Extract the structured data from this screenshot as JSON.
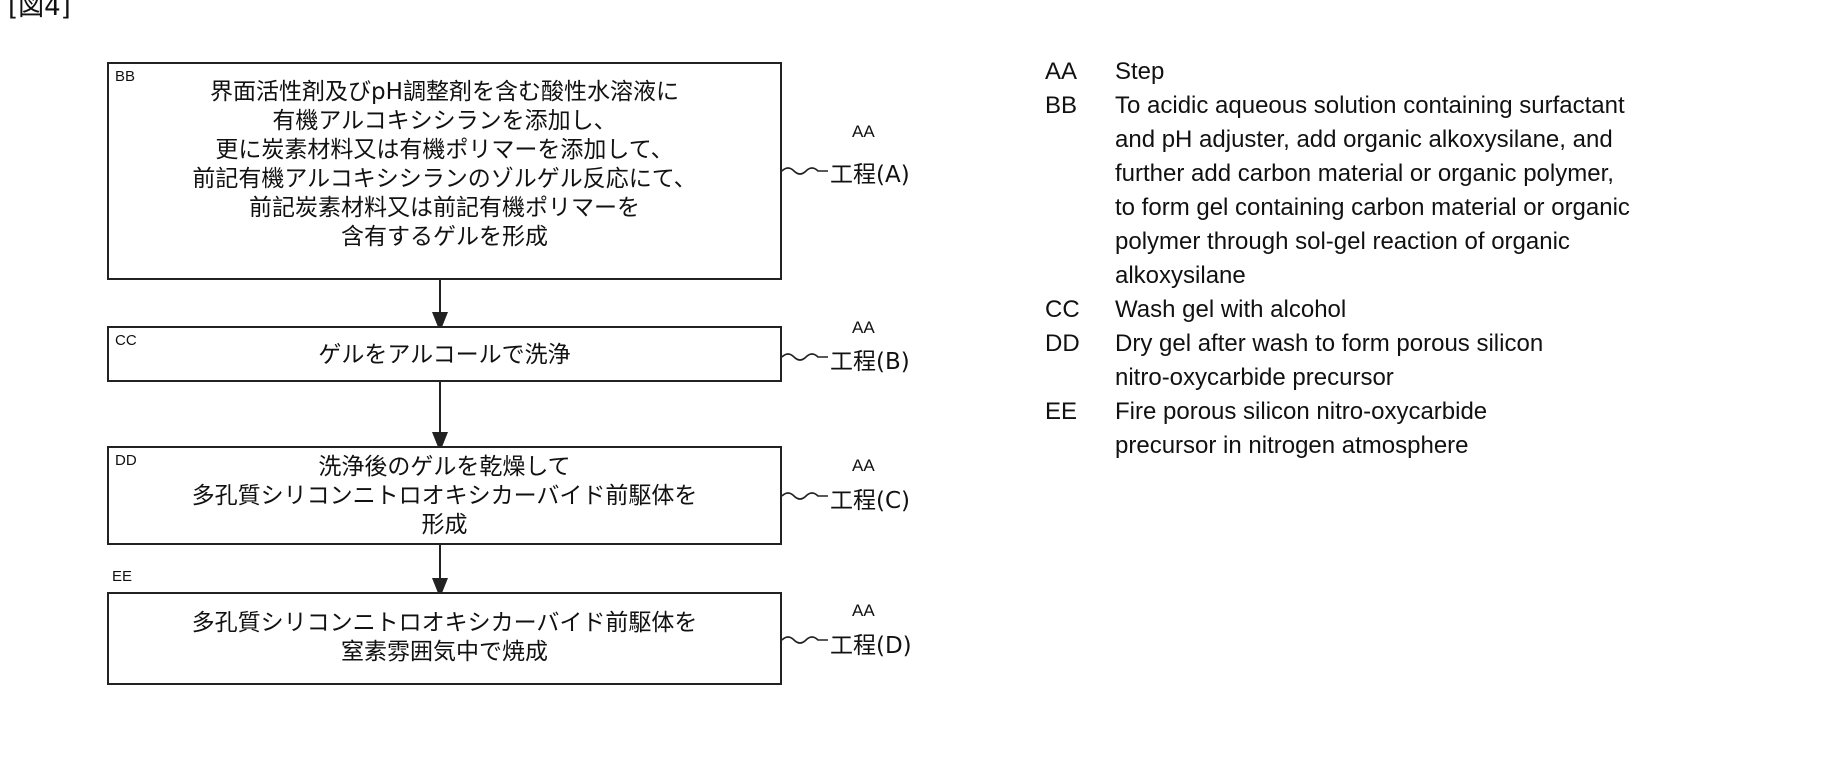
{
  "figure_title": "[図4]",
  "steps": [
    {
      "code": "BB",
      "lines": [
        "界面活性剤及びpH調整剤を含む酸性水溶液に",
        "有機アルコキシシランを添加し、",
        "更に炭素材料又は有機ポリマーを添加して、",
        "前記有機アルコキシシランのゾルゲル反応にて、",
        "前記炭素材料又は前記有機ポリマーを",
        "含有するゲルを形成"
      ],
      "step_code": "AA",
      "step_label": "工程(A)"
    },
    {
      "code": "CC",
      "lines": [
        "ゲルをアルコールで洗浄"
      ],
      "step_code": "AA",
      "step_label": "工程(B)"
    },
    {
      "code": "DD",
      "lines": [
        "洗浄後のゲルを乾燥して",
        "多孔質シリコンニトロオキシカーバイド前駆体を",
        "形成"
      ],
      "step_code": "AA",
      "step_label": "工程(C)"
    },
    {
      "code": "EE",
      "lines": [
        "多孔質シリコンニトロオキシカーバイド前駆体を",
        "窒素雰囲気中で焼成"
      ],
      "step_code": "AA",
      "step_label": "工程(D)"
    }
  ],
  "legend": [
    {
      "code": "AA",
      "text": "Step"
    },
    {
      "code": "BB",
      "text": "To acidic aqueous solution containing surfactant and pH adjuster, add organic alkoxysilane, and further add carbon material or organic polymer, to form gel containing carbon material or organic polymer through sol-gel reaction of organic alkoxysilane"
    },
    {
      "code": "CC",
      "text": "Wash gel with alcohol"
    },
    {
      "code": "DD",
      "text": "Dry gel after wash to form porous silicon nitro-oxycarbide precursor"
    },
    {
      "code": "EE",
      "text": "Fire porous silicon nitro-oxycarbide precursor in nitrogen atmosphere"
    }
  ]
}
